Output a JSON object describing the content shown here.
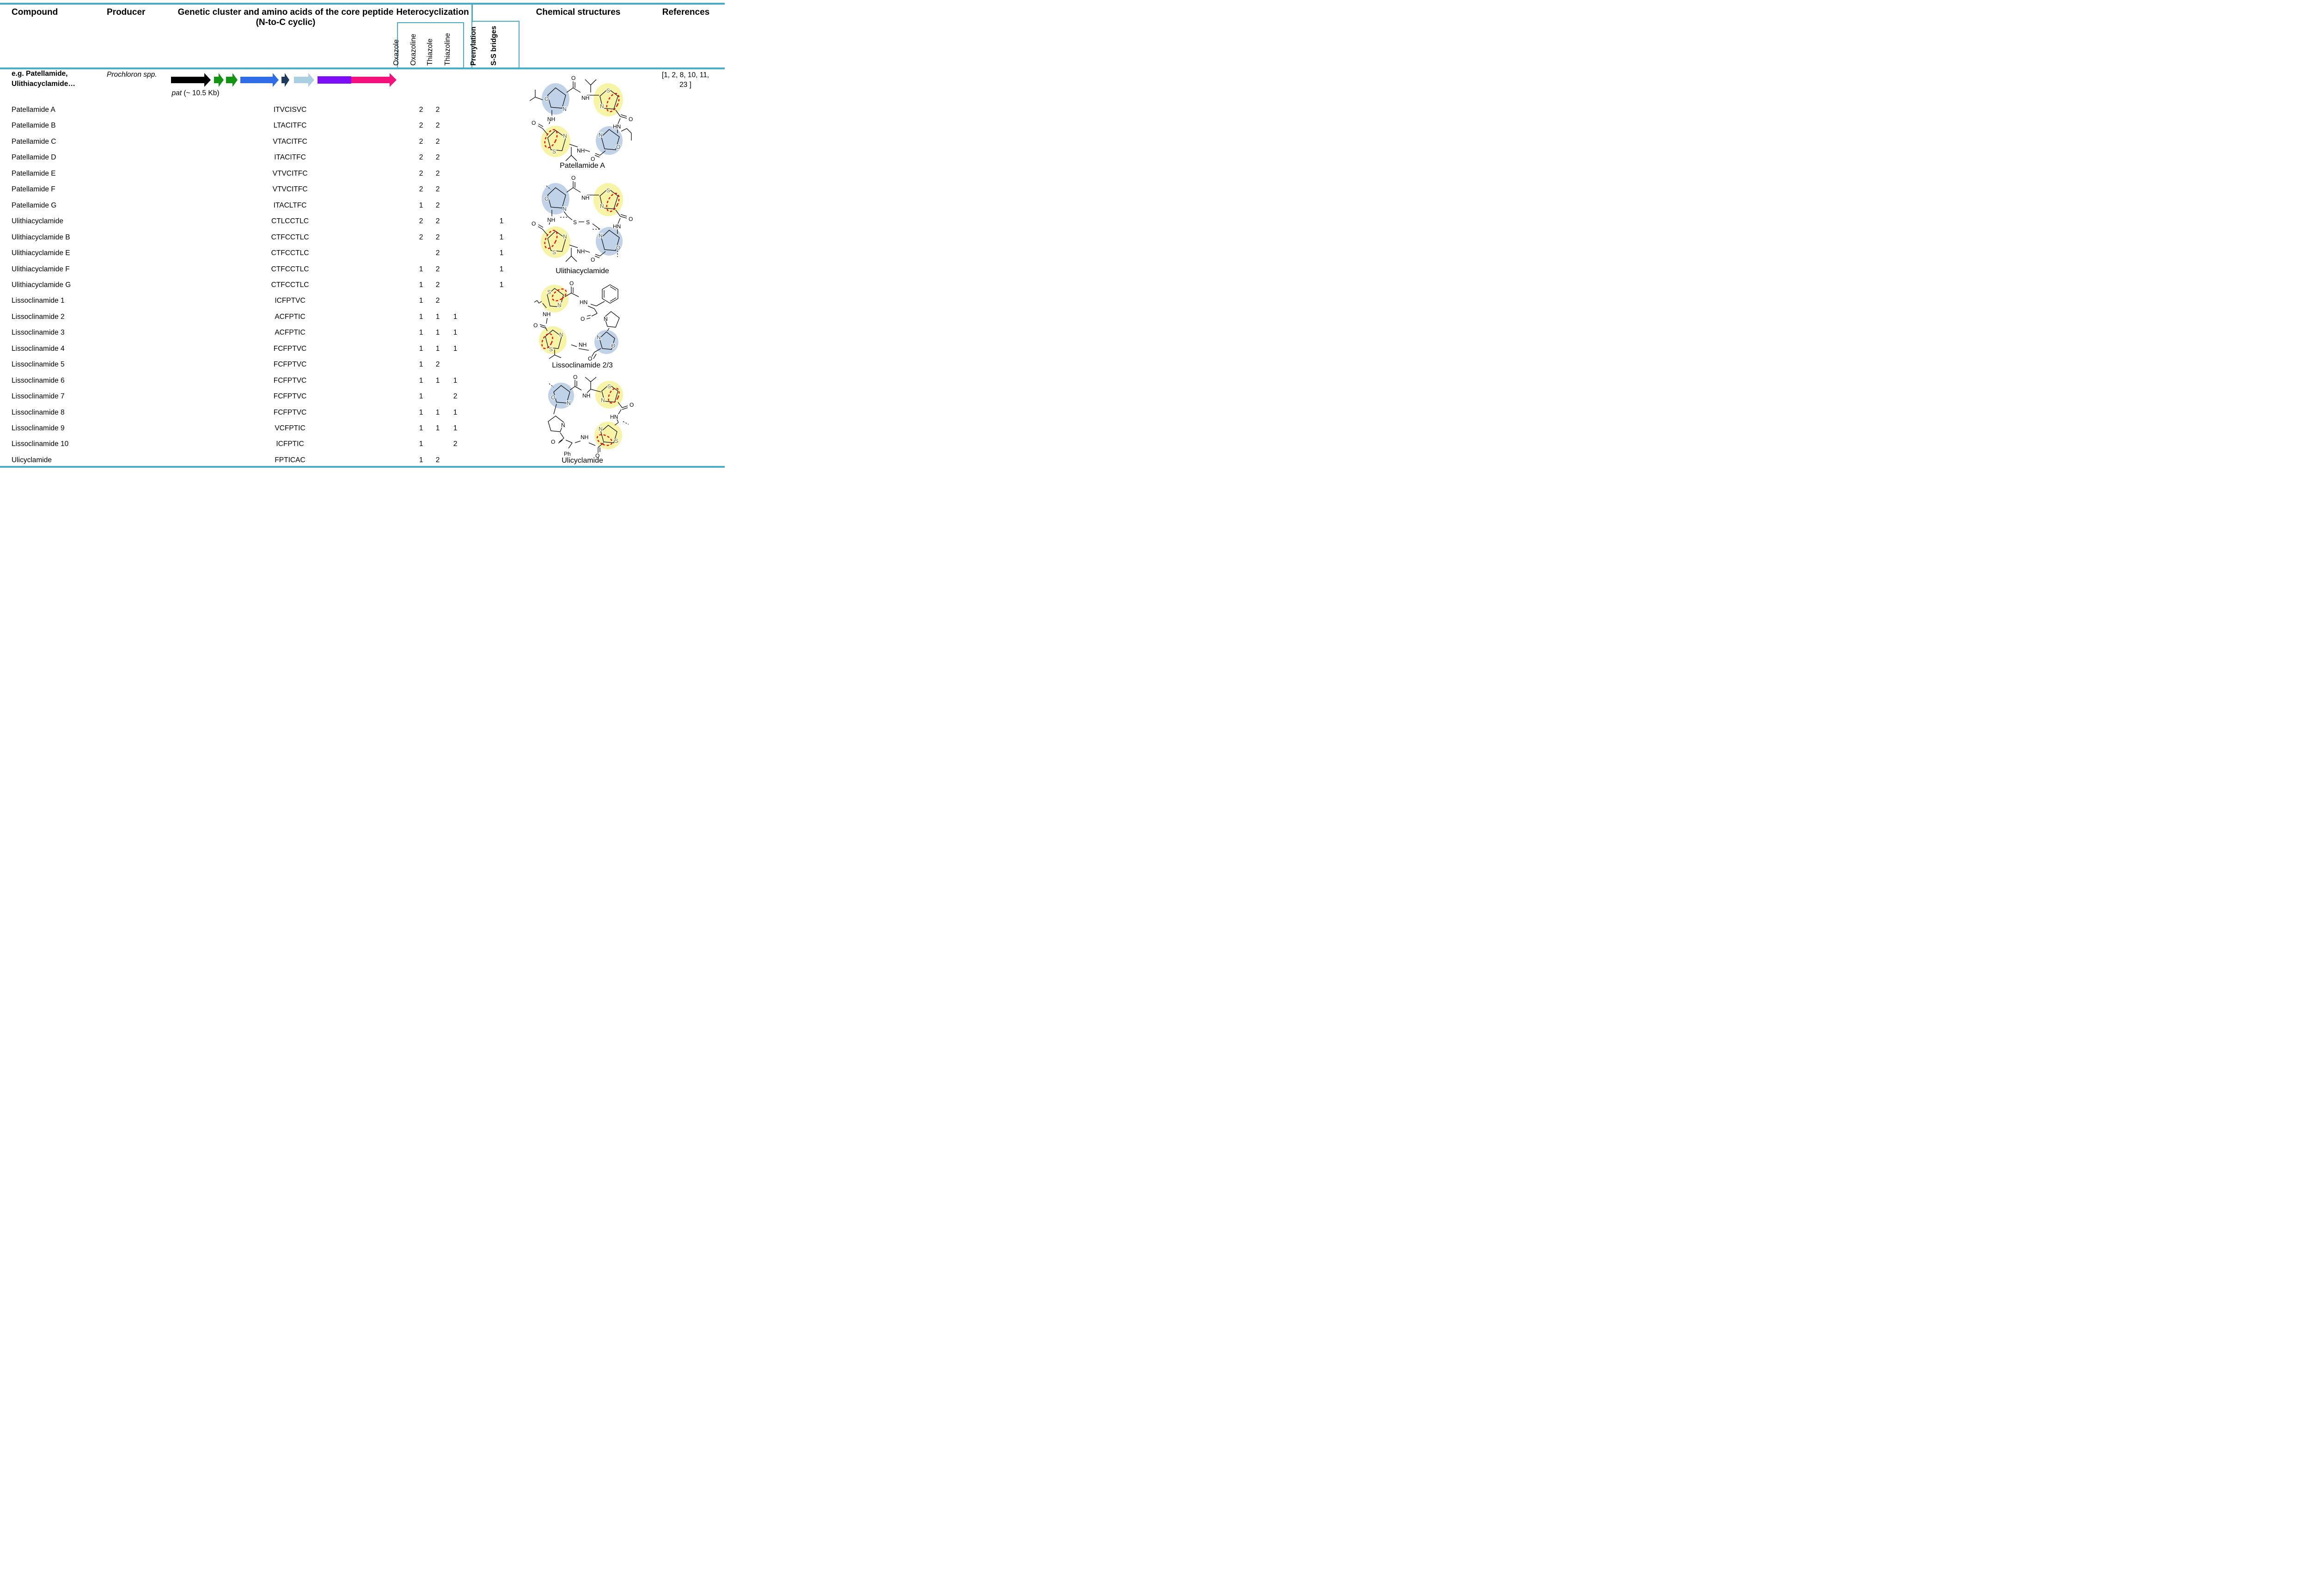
{
  "table": {
    "accent_color": "#4bacc6",
    "headers": {
      "compound": "Compound",
      "producer": "Producer",
      "genetic_cluster_line1": "Genetic cluster and amino acids of the core peptide",
      "genetic_cluster_line2": "(N-to-C cyclic)",
      "heterocyclization": "Heterocyclization",
      "chemical_structures": "Chemical structures",
      "references": "References",
      "subcolumns": [
        "Oxazole",
        "Oxazoline",
        "Thiazole",
        "Thiazoline"
      ],
      "prenylation": "Prenylation",
      "ss_bridges": "S-S bridges"
    },
    "group_row": {
      "compound_line1": "e.g. Patellamide,",
      "compound_line2": "Ulithiacyclamide…",
      "producer_genus": "Prochloron",
      "producer_suffix": " spp.",
      "gene_label_italic": "pat",
      "gene_label_rest": " (~ 10.5 Kb)",
      "references_line1": "[1, 2, 8, 10, 11,",
      "references_line2": "23 ]"
    },
    "gene_cluster": {
      "genes": [
        {
          "color": "#000000"
        },
        {
          "color": "#129612"
        },
        {
          "color": "#129612"
        },
        {
          "color": "#2e6ce8"
        },
        {
          "color": "#1c3a5e"
        },
        {
          "color": "#a9cfe0"
        },
        {
          "color": "#7d0df5"
        },
        {
          "color": "#f5117c"
        }
      ]
    },
    "rows": [
      {
        "compound": "Patellamide A",
        "core_peptide": "ITVCISVC",
        "oxazole": "",
        "oxazoline": "2",
        "thiazole": "2",
        "thiazoline": "",
        "prenylation": "",
        "ss_bridges": ""
      },
      {
        "compound": "Patellamide B",
        "core_peptide": "LTACITFC",
        "oxazole": "",
        "oxazoline": "2",
        "thiazole": "2",
        "thiazoline": "",
        "prenylation": "",
        "ss_bridges": ""
      },
      {
        "compound": "Patellamide C",
        "core_peptide": "VTACITFC",
        "oxazole": "",
        "oxazoline": "2",
        "thiazole": "2",
        "thiazoline": "",
        "prenylation": "",
        "ss_bridges": ""
      },
      {
        "compound": "Patellamide D",
        "core_peptide": "ITACITFC",
        "oxazole": "",
        "oxazoline": "2",
        "thiazole": "2",
        "thiazoline": "",
        "prenylation": "",
        "ss_bridges": ""
      },
      {
        "compound": "Patellamide E",
        "core_peptide": "VTVCITFC",
        "oxazole": "",
        "oxazoline": "2",
        "thiazole": "2",
        "thiazoline": "",
        "prenylation": "",
        "ss_bridges": ""
      },
      {
        "compound": "Patellamide F",
        "core_peptide": "VTVCITFC",
        "oxazole": "",
        "oxazoline": "2",
        "thiazole": "2",
        "thiazoline": "",
        "prenylation": "",
        "ss_bridges": ""
      },
      {
        "compound": "Patellamide G",
        "core_peptide": "ITACLTFC",
        "oxazole": "",
        "oxazoline": "1",
        "thiazole": "2",
        "thiazoline": "",
        "prenylation": "",
        "ss_bridges": ""
      },
      {
        "compound": "Ulithiacyclamide",
        "core_peptide": "CTLCCTLC",
        "oxazole": "",
        "oxazoline": "2",
        "thiazole": "2",
        "thiazoline": "",
        "prenylation": "",
        "ss_bridges": "1"
      },
      {
        "compound": "Ulithiacyclamide B",
        "core_peptide": "CTFCCTLC",
        "oxazole": "",
        "oxazoline": "2",
        "thiazole": "2",
        "thiazoline": "",
        "prenylation": "",
        "ss_bridges": "1"
      },
      {
        "compound": "Ulithiacyclamide E",
        "core_peptide": "CTFCCTLC",
        "oxazole": "",
        "oxazoline": "",
        "thiazole": "2",
        "thiazoline": "",
        "prenylation": "",
        "ss_bridges": "1"
      },
      {
        "compound": "Ulithiacyclamide F",
        "core_peptide": "CTFCCTLC",
        "oxazole": "",
        "oxazoline": "1",
        "thiazole": "2",
        "thiazoline": "",
        "prenylation": "",
        "ss_bridges": "1"
      },
      {
        "compound": "Ulithiacyclamide G",
        "core_peptide": "CTFCCTLC",
        "oxazole": "",
        "oxazoline": "1",
        "thiazole": "2",
        "thiazoline": "",
        "prenylation": "",
        "ss_bridges": "1"
      },
      {
        "compound": "Lissoclinamide 1",
        "core_peptide": "ICFPTVC",
        "oxazole": "",
        "oxazoline": "1",
        "thiazole": "2",
        "thiazoline": "",
        "prenylation": "",
        "ss_bridges": ""
      },
      {
        "compound": "Lissoclinamide 2",
        "core_peptide": "ACFPTIC",
        "oxazole": "",
        "oxazoline": "1",
        "thiazole": "1",
        "thiazoline": "1",
        "prenylation": "",
        "ss_bridges": ""
      },
      {
        "compound": "Lissoclinamide 3",
        "core_peptide": "ACFPTIC",
        "oxazole": "",
        "oxazoline": "1",
        "thiazole": "1",
        "thiazoline": "1",
        "prenylation": "",
        "ss_bridges": ""
      },
      {
        "compound": "Lissoclinamide 4",
        "core_peptide": "FCFPTVC",
        "oxazole": "",
        "oxazoline": "1",
        "thiazole": "1",
        "thiazoline": "1",
        "prenylation": "",
        "ss_bridges": ""
      },
      {
        "compound": "Lissoclinamide 5",
        "core_peptide": "FCFPTVC",
        "oxazole": "",
        "oxazoline": "1",
        "thiazole": "2",
        "thiazoline": "",
        "prenylation": "",
        "ss_bridges": ""
      },
      {
        "compound": "Lissoclinamide 6",
        "core_peptide": "FCFPTVC",
        "oxazole": "",
        "oxazoline": "1",
        "thiazole": "1",
        "thiazoline": "1",
        "prenylation": "",
        "ss_bridges": ""
      },
      {
        "compound": "Lissoclinamide 7",
        "core_peptide": "FCFPTVC",
        "oxazole": "",
        "oxazoline": "1",
        "thiazole": "",
        "thiazoline": "2",
        "prenylation": "",
        "ss_bridges": ""
      },
      {
        "compound": "Lissoclinamide 8",
        "core_peptide": "FCFPTVC",
        "oxazole": "",
        "oxazoline": "1",
        "thiazole": "1",
        "thiazoline": "1",
        "prenylation": "",
        "ss_bridges": ""
      },
      {
        "compound": "Lissoclinamide 9",
        "core_peptide": "VCFPTIC",
        "oxazole": "",
        "oxazoline": "1",
        "thiazole": "1",
        "thiazoline": "1",
        "prenylation": "",
        "ss_bridges": ""
      },
      {
        "compound": "Lissoclinamide 10",
        "core_peptide": "ICFPTIC",
        "oxazole": "",
        "oxazoline": "1",
        "thiazole": "",
        "thiazoline": "2",
        "prenylation": "",
        "ss_bridges": ""
      },
      {
        "compound": "Ulicyclamide",
        "core_peptide": "FPTICAC",
        "oxazole": "",
        "oxazoline": "1",
        "thiazole": "2",
        "thiazoline": "",
        "prenylation": "",
        "ss_bridges": ""
      }
    ],
    "structures": [
      {
        "caption": "Patellamide A",
        "atoms": [
          "O",
          "N",
          "S",
          "N",
          "N",
          "S",
          "N",
          "O",
          "O",
          "NH",
          "O",
          "HN",
          "O",
          "NH",
          "O",
          "NH"
        ]
      },
      {
        "caption": "Ulithiacyclamide",
        "atoms": [
          "O",
          "N",
          "S",
          "N",
          "N",
          "S",
          "N",
          "O",
          "O",
          "NH",
          "O",
          "HN",
          "O",
          "NH",
          "O",
          "NH",
          "S",
          "S"
        ]
      },
      {
        "caption": "Lissoclinamide 2/3",
        "atoms": [
          "S",
          "N",
          "N",
          "S",
          "N",
          "N",
          "O",
          "O",
          "HN",
          "O",
          "NH",
          "NH",
          "O",
          "O"
        ]
      },
      {
        "caption": "Ulicyclamide",
        "atoms": [
          "O",
          "N",
          "S",
          "N",
          "N",
          "S",
          "N",
          "O",
          "NH",
          "O",
          "HN",
          "O",
          "NH",
          "O",
          "Ph"
        ]
      }
    ],
    "structure_colors": {
      "oxazoline_highlight": "#b9cde5",
      "thiazole_highlight": "#f7f3a1",
      "red_dashed": "#f40000"
    }
  }
}
